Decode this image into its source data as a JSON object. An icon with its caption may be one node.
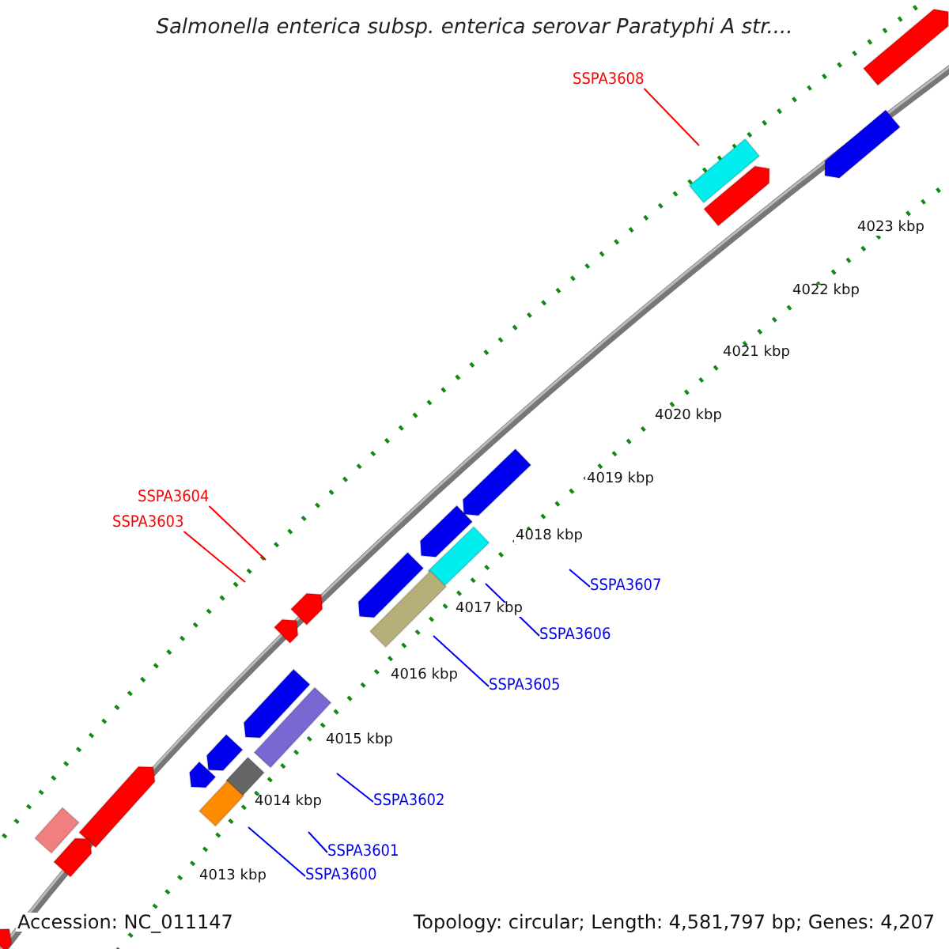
{
  "diagram": {
    "title": "Salmonella enterica subsp. enterica serovar Paratyphi A str....",
    "nodes": [
      {
        "text": [
          "SSPA3608"
        ]
      },
      {
        "text": [
          "SSPA3604"
        ]
      },
      {
        "text": [
          "SSPA3603"
        ]
      },
      {
        "text": [
          "SSPA3607"
        ]
      },
      {
        "text": [
          "SSPA3606"
        ]
      },
      {
        "text": [
          "SSPA3605"
        ]
      },
      {
        "text": [
          "SSPA3602"
        ]
      },
      {
        "text": [
          "SSPA3601"
        ]
      },
      {
        "text": [
          "SSPA3600"
        ]
      }
    ],
    "edges": [
      {
        "from": 0,
        "to": null,
        "arrow": "none",
        "color": "#ff0000"
      },
      {
        "from": 1,
        "to": null,
        "arrow": "none",
        "color": "#ff0000"
      },
      {
        "from": 2,
        "to": null,
        "arrow": "none",
        "color": "#ff0000"
      },
      {
        "from": 3,
        "to": null,
        "arrow": "none"
      },
      {
        "from": 4,
        "to": null,
        "arrow": "none"
      },
      {
        "from": 5,
        "to": null,
        "arrow": "none"
      },
      {
        "from": 6,
        "to": null,
        "arrow": "none"
      },
      {
        "from": 7,
        "to": null,
        "arrow": "none"
      },
      {
        "from": 8,
        "to": null,
        "arrow": "none"
      }
    ],
    "labels": [
      "4023 kbp",
      "4022 kbp",
      "4021 kbp",
      "4020 kbp",
      "4019 kbp",
      "4018 kbp",
      "4017 kbp",
      "4016 kbp",
      "4015 kbp",
      "4014 kbp",
      "4013 kbp",
      "Accession: NC_011147",
      "Topology: circular; Length: 4,581,797 bp; Genes: 4,207"
    ]
  }
}
